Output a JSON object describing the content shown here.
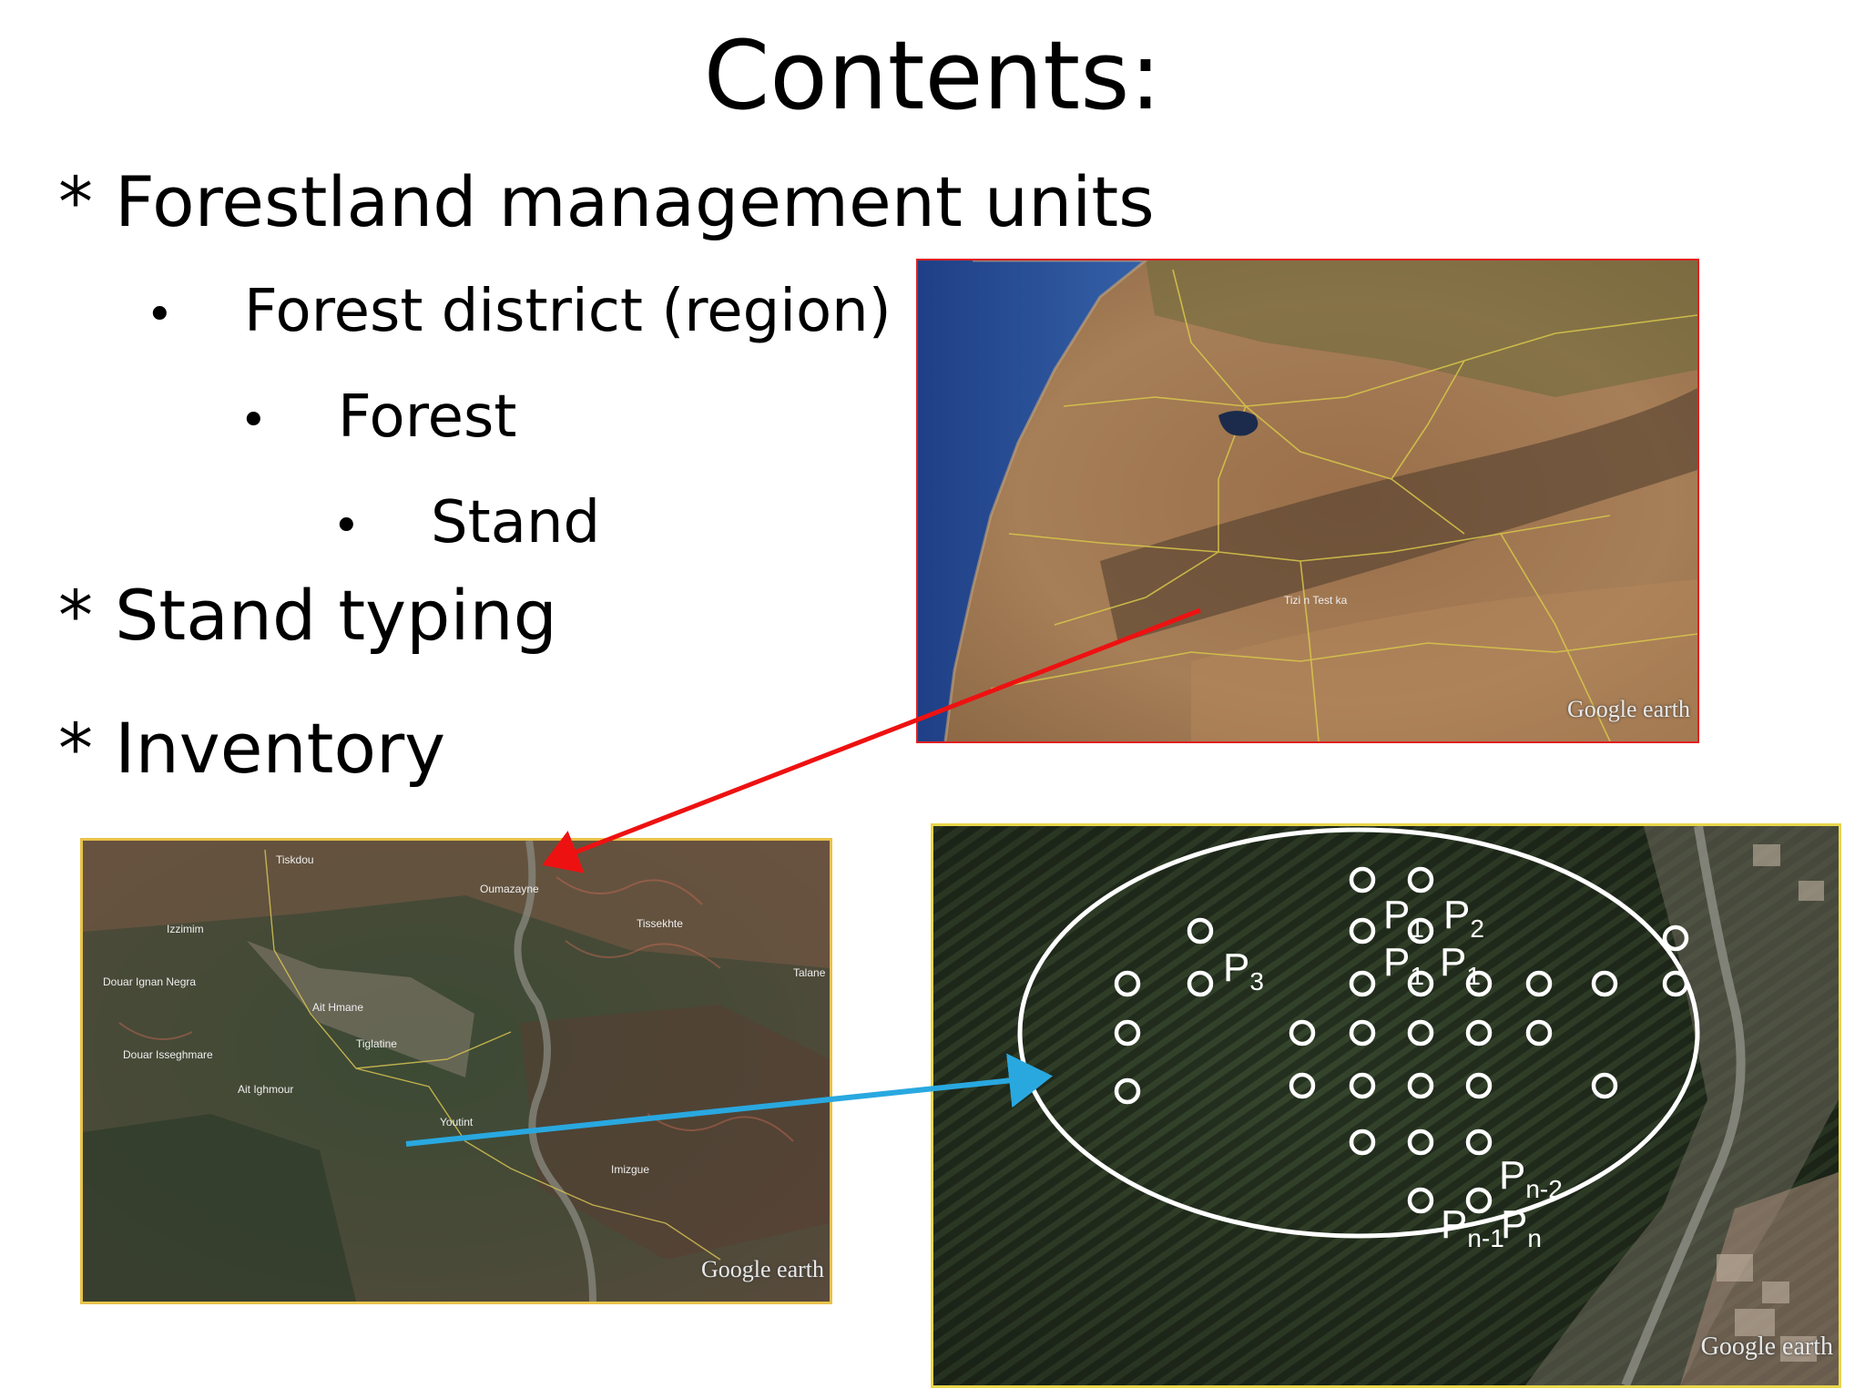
{
  "title": "Contents:",
  "outline": {
    "item1": "* Forestland management units",
    "sub1": "Forest district (region)",
    "sub2": "Forest",
    "sub3": "Stand",
    "item2": "* Stand typing",
    "item3": "* Inventory",
    "bullet_glyph": "•"
  },
  "maps": {
    "watermark": "Google earth",
    "region_labels": [
      "Tizi n Test ka"
    ],
    "forest_labels": [
      "Tissekhte",
      "Izzimim",
      "Oumazayne",
      "Douar Ignan Negra",
      "Ait Hmane",
      "Tiglatine",
      "Douar Isseghmare",
      "Ait Ighmour",
      "Youtint",
      "Imizgue",
      "Talane"
    ],
    "plots": {
      "P1a": {
        "main": "P",
        "sub": "1"
      },
      "P2": {
        "main": "P",
        "sub": "2"
      },
      "P3": {
        "main": "P",
        "sub": "3"
      },
      "P1b": {
        "main": "P",
        "sub": "1"
      },
      "P1c": {
        "main": "P",
        "sub": "1"
      },
      "Pn2": {
        "main": "P",
        "sub": "n-2"
      },
      "Pn1": {
        "main": "P",
        "sub": "n-1"
      },
      "Pn": {
        "main": "P",
        "sub": "n"
      }
    }
  },
  "colors": {
    "arrow_region_to_forest": "#ee1111",
    "arrow_forest_to_stand": "#29a8e0",
    "region_frame": "#e02020",
    "forest_frame": "#e8c24a",
    "stand_frame": "#e8d64a",
    "plot_marker": "#ffffff"
  }
}
